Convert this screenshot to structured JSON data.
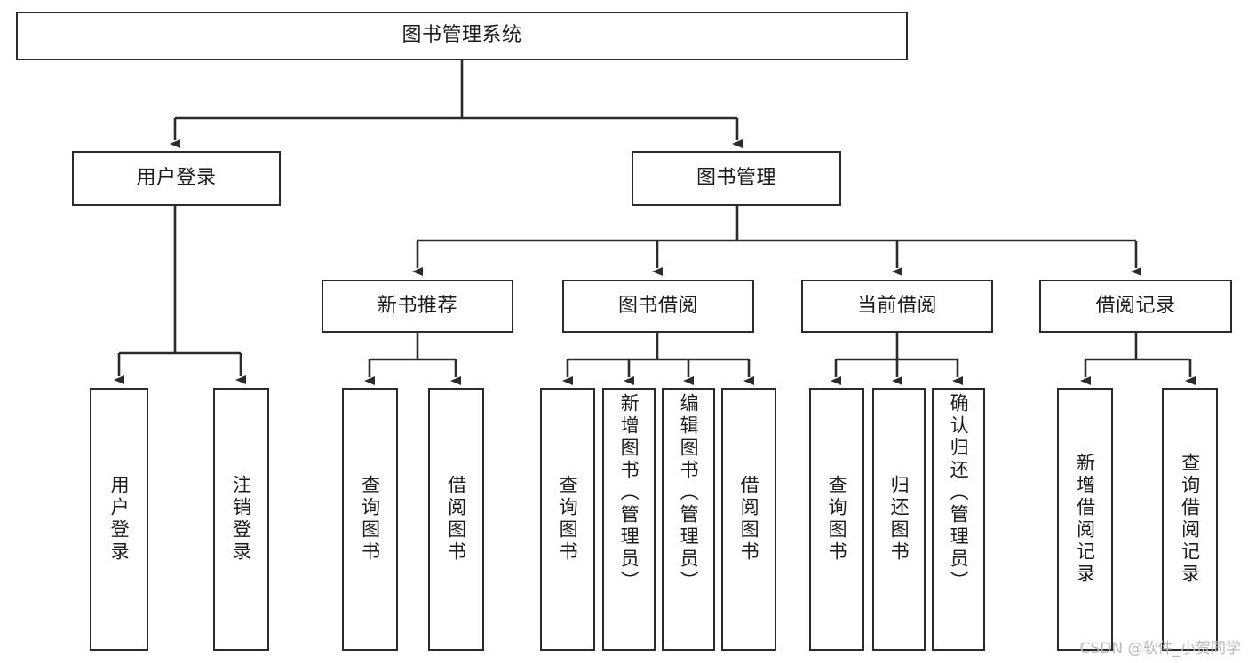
{
  "diagram": {
    "title": "图书管理系统",
    "watermark": "CSDN @软件_小贺同学",
    "colors": {
      "stroke": "#2b2b2b",
      "background": "#ffffff",
      "text": "#1c1c1c",
      "watermark": "#b9b9b9"
    },
    "levels": {
      "root": {
        "label": "图书管理系统"
      },
      "level2": [
        {
          "label": "用户登录"
        },
        {
          "label": "图书管理"
        }
      ],
      "level3": [
        {
          "label": "新书推荐"
        },
        {
          "label": "图书借阅"
        },
        {
          "label": "当前借阅"
        },
        {
          "label": "借阅记录"
        }
      ],
      "leaves_user_login": [
        {
          "label": "用户登录"
        },
        {
          "label": "注销登录"
        }
      ],
      "leaves_new_book": [
        {
          "label": "查询图书"
        },
        {
          "label": "借阅图书"
        }
      ],
      "leaves_borrow": [
        {
          "label": "查询图书"
        },
        {
          "label": "新增图书（管理员）"
        },
        {
          "label": "编辑图书（管理员）"
        },
        {
          "label": "借阅图书"
        }
      ],
      "leaves_current": [
        {
          "label": "查询图书"
        },
        {
          "label": "归还图书"
        },
        {
          "label": "确认归还（管理员）"
        }
      ],
      "leaves_records": [
        {
          "label": "新增借阅记录"
        },
        {
          "label": "查询借阅记录"
        }
      ]
    }
  }
}
